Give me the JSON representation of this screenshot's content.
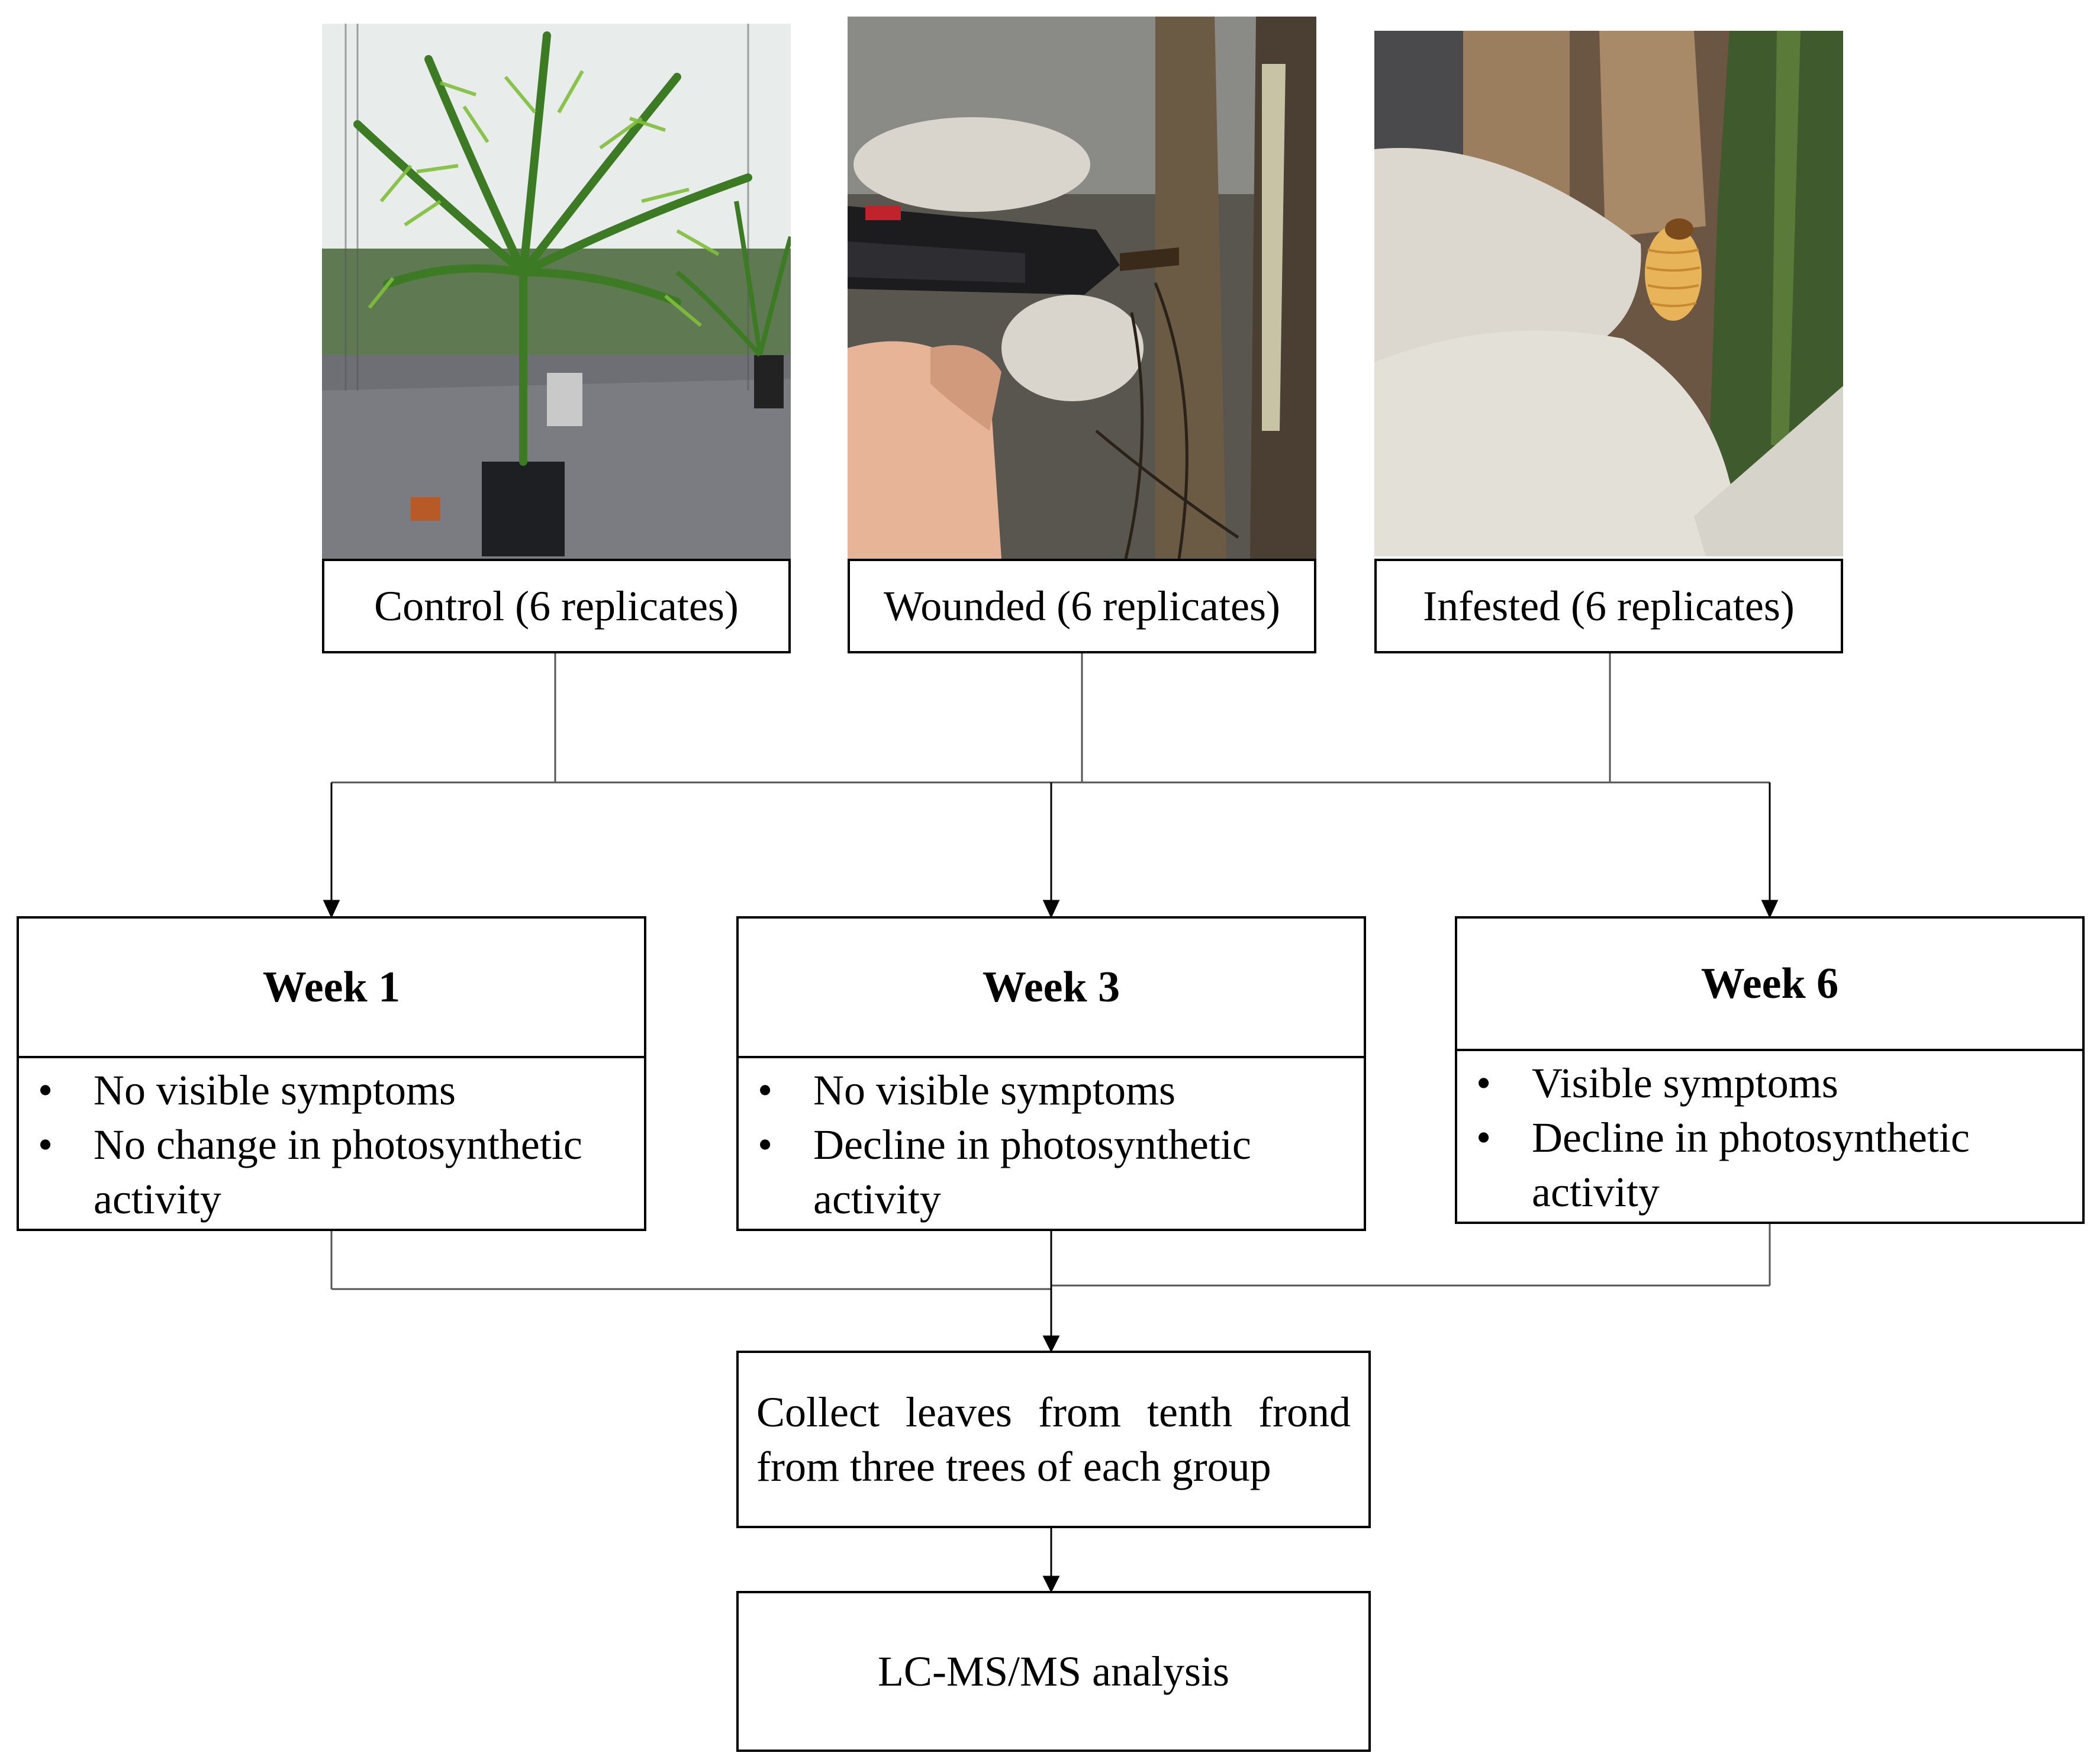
{
  "groups": [
    {
      "label": "Control (6 replicates)"
    },
    {
      "label": "Wounded (6 replicates)"
    },
    {
      "label": "Infested (6 replicates)"
    }
  ],
  "weeks": [
    {
      "title": "Week 1",
      "bullets": [
        "No visible symptoms",
        "No change in photosynthetic activity"
      ]
    },
    {
      "title": "Week 3",
      "bullets": [
        "No visible symptoms",
        "Decline in photosynthetic activity"
      ]
    },
    {
      "title": "Week 6",
      "bullets": [
        "Visible symptoms",
        "Decline in photosynthetic activity"
      ]
    }
  ],
  "bullet_glyph": "•",
  "collect_text": "Collect leaves from tenth frond from three trees of each group",
  "analysis_text": "LC-MS/MS analysis",
  "colors": {
    "line": "#000000",
    "connector": "#555555"
  }
}
